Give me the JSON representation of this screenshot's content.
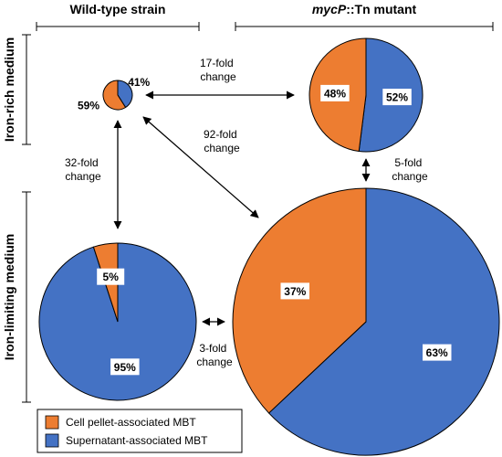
{
  "chart_data": {
    "type": "pie",
    "column_headers": [
      {
        "id": "wt",
        "label": "Wild-type strain"
      },
      {
        "id": "mut",
        "label_italic": "mycP",
        "label_rest": "::Tn mutant"
      }
    ],
    "row_headers": [
      "Iron-rich medium",
      "Iron-limiting medium"
    ],
    "legend": [
      {
        "label": "Cell pellet-associated MBT",
        "color": "#ED7D31"
      },
      {
        "label": "Supernatant-associated MBT",
        "color": "#4472C4"
      }
    ],
    "pies": [
      {
        "name": "wt-iron-rich",
        "strain": "wt",
        "medium": "iron-rich",
        "slices": [
          {
            "label": "Cell pellet-associated MBT",
            "value": 59,
            "text": "59%"
          },
          {
            "label": "Supernatant-associated MBT",
            "value": 41,
            "text": "41%"
          }
        ]
      },
      {
        "name": "mut-iron-rich",
        "strain": "mut",
        "medium": "iron-rich",
        "slices": [
          {
            "label": "Cell pellet-associated MBT",
            "value": 48,
            "text": "48%"
          },
          {
            "label": "Supernatant-associated MBT",
            "value": 52,
            "text": "52%"
          }
        ]
      },
      {
        "name": "wt-iron-limiting",
        "strain": "wt",
        "medium": "iron-limiting",
        "slices": [
          {
            "label": "Cell pellet-associated MBT",
            "value": 5,
            "text": "5%"
          },
          {
            "label": "Supernatant-associated MBT",
            "value": 95,
            "text": "95%"
          }
        ]
      },
      {
        "name": "mut-iron-limiting",
        "strain": "mut",
        "medium": "iron-limiting",
        "slices": [
          {
            "label": "Cell pellet-associated MBT",
            "value": 37,
            "text": "37%"
          },
          {
            "label": "Supernatant-associated MBT",
            "value": 63,
            "text": "63%"
          }
        ]
      }
    ],
    "fold_changes": [
      {
        "from": "wt-iron-rich",
        "to": "mut-iron-rich",
        "value": 17,
        "lines": [
          "17-fold",
          "change"
        ]
      },
      {
        "from": "wt-iron-rich",
        "to": "mut-iron-limiting",
        "value": 92,
        "lines": [
          "92-fold",
          "change"
        ]
      },
      {
        "from": "wt-iron-rich",
        "to": "wt-iron-limiting",
        "value": 32,
        "lines": [
          "32-fold",
          "change"
        ]
      },
      {
        "from": "mut-iron-rich",
        "to": "mut-iron-limiting",
        "value": 5,
        "lines": [
          "5-fold",
          "change"
        ]
      },
      {
        "from": "wt-iron-limiting",
        "to": "mut-iron-limiting",
        "value": 3,
        "lines": [
          "3-fold",
          "change"
        ]
      }
    ]
  }
}
